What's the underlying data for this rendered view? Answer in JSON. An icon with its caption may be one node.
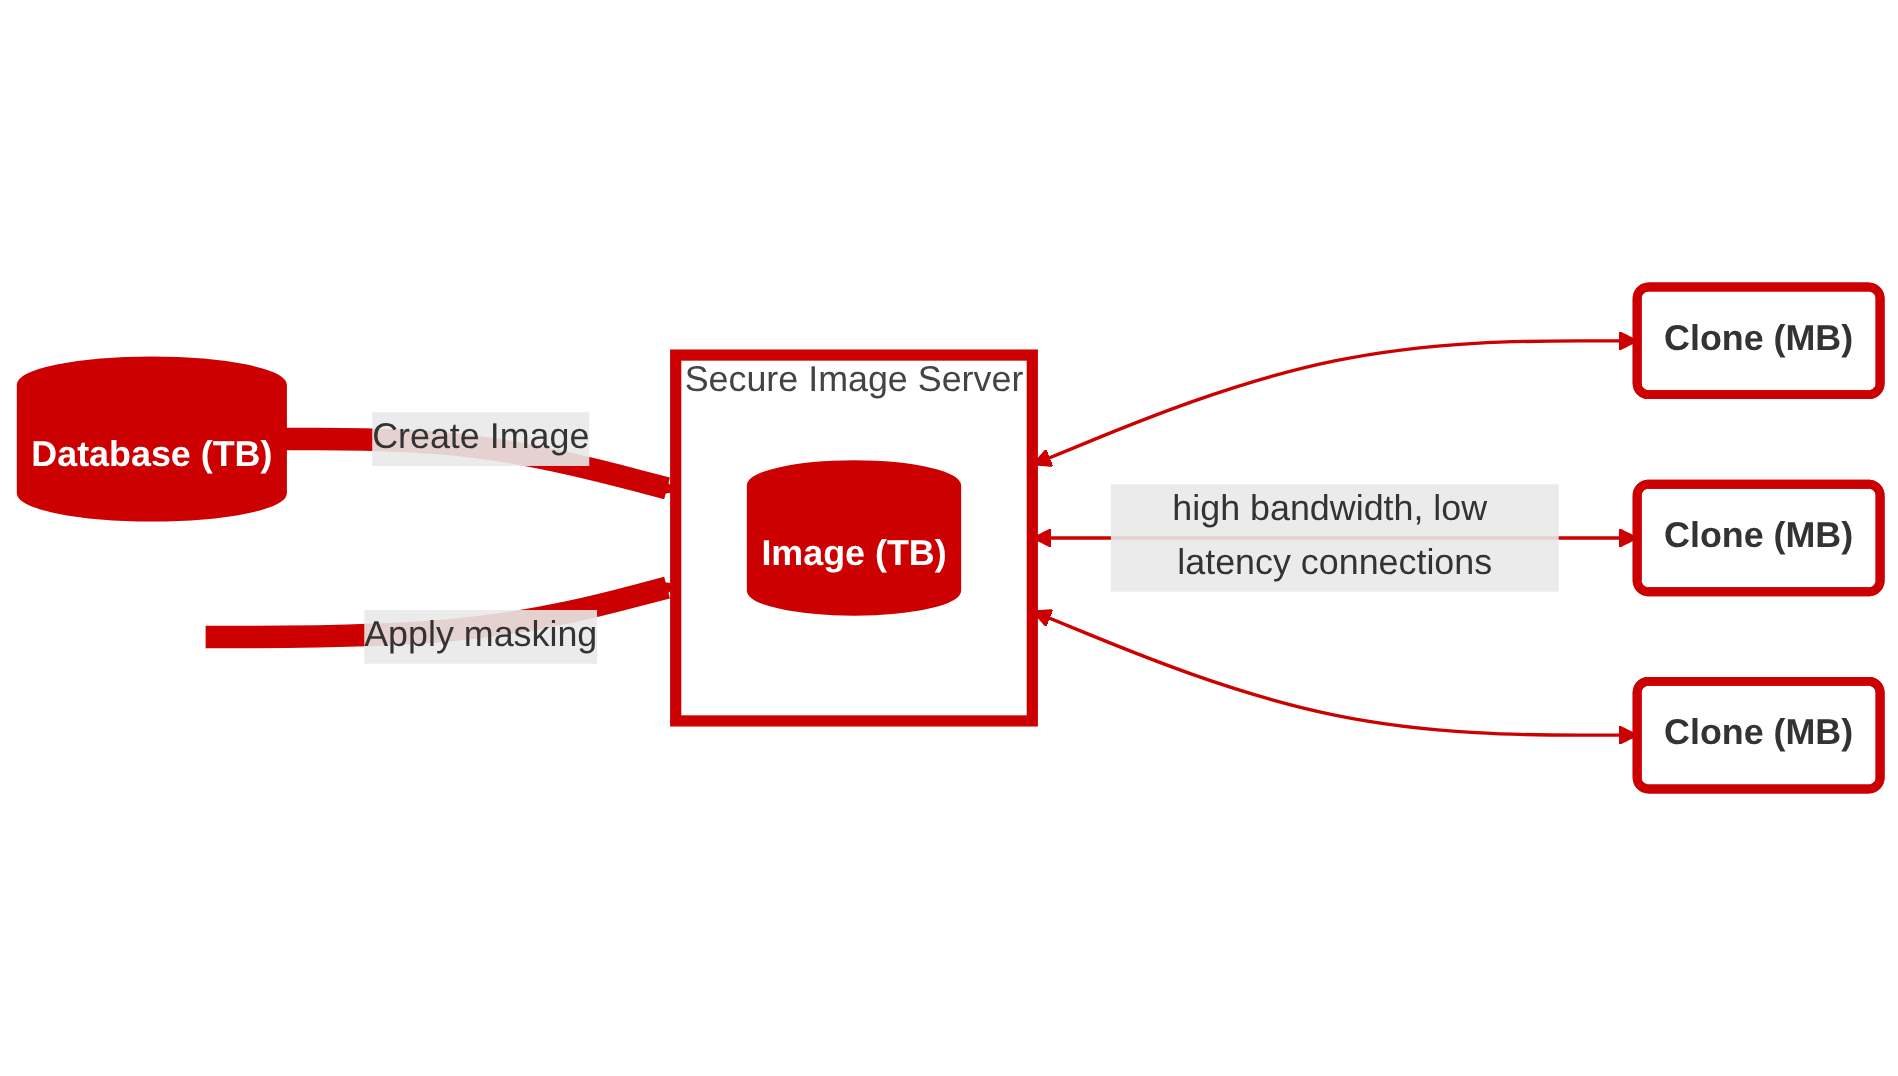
{
  "diagram": {
    "nodes": [
      {
        "text": [
          "Database (TB)"
        ]
      },
      {
        "text": [
          "Secure Image Server"
        ]
      },
      {
        "text": [
          "Image (TB)"
        ],
        "in": 1
      },
      {
        "text": [
          "Clone (MB)"
        ]
      },
      {
        "text": [
          "Clone (MB)"
        ]
      },
      {
        "text": [
          "Clone (MB)"
        ]
      }
    ],
    "edges": [
      {
        "from": 0,
        "to": 1,
        "arrow": "to",
        "label": "Create Image",
        "style": "thick"
      },
      {
        "from": null,
        "to": 1,
        "arrow": "to",
        "label": "Apply masking",
        "style": "thick"
      },
      {
        "from": 1,
        "to": 3,
        "arrow": "both"
      },
      {
        "from": 1,
        "to": 4,
        "arrow": "both",
        "label": "high bandwidth, low latency connections"
      },
      {
        "from": 1,
        "to": 5,
        "arrow": "both"
      }
    ]
  }
}
